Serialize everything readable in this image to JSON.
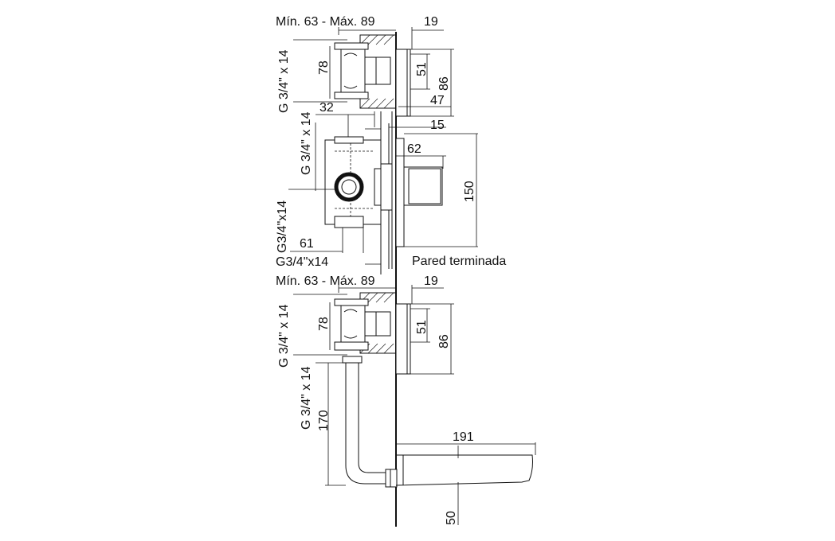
{
  "labels": {
    "top_min_max": "Mín. 63 - Máx. 89",
    "top_19": "19",
    "top_g_side": "G 3/4\" x 14",
    "top_78": "78",
    "top_51": "51",
    "top_86": "86",
    "top_47": "47",
    "mid_32": "32",
    "mid_15": "15",
    "mid_g_upper": "G 3/4\" x 14",
    "mid_62": "62",
    "mid_150": "150",
    "mid_g_side": "G3/4\"x14",
    "mid_61": "61",
    "mid_g_bottom": "G3/4\"x14",
    "wall_label": "Pared terminada",
    "bot_min_max": "Mín. 63 - Máx. 89",
    "bot_19": "19",
    "bot_g_side": "G 3/4\" x 14",
    "bot_78": "78",
    "bot_51": "51",
    "bot_86": "86",
    "spout_g": "G 3/4\" x 14",
    "spout_170": "170",
    "spout_191": "191",
    "spout_50": "50"
  }
}
